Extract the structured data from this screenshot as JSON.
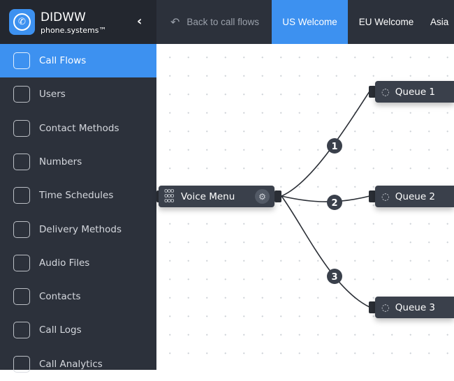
{
  "brand": {
    "name": "DIDWW",
    "subtitle": "phone.systems™"
  },
  "sidebar": {
    "items": [
      {
        "label": "Call Flows",
        "icon": "call-flows-icon",
        "active": true
      },
      {
        "label": "Users",
        "icon": "users-icon"
      },
      {
        "label": "Contact Methods",
        "icon": "contact-methods-icon"
      },
      {
        "label": "Numbers",
        "icon": "numbers-icon"
      },
      {
        "label": "Time Schedules",
        "icon": "calendar-icon"
      },
      {
        "label": "Delivery Methods",
        "icon": "delivery-icon"
      },
      {
        "label": "Audio Files",
        "icon": "audio-file-icon"
      },
      {
        "label": "Contacts",
        "icon": "contacts-icon"
      },
      {
        "label": "Call Logs",
        "icon": "call-logs-icon"
      },
      {
        "label": "Call Analytics",
        "icon": "analytics-icon"
      }
    ]
  },
  "topbar": {
    "back_label": "Back to call flows",
    "tabs": [
      {
        "label": "US Welcome",
        "active": true
      },
      {
        "label": "EU Welcome"
      },
      {
        "label": "Asia"
      }
    ]
  },
  "flow": {
    "source": {
      "label": "Voice Menu"
    },
    "targets": [
      {
        "label": "Queue 1",
        "option": "1"
      },
      {
        "label": "Queue 2",
        "option": "2"
      },
      {
        "label": "Queue 3",
        "option": "3"
      }
    ]
  },
  "colors": {
    "accent": "#3d91f0",
    "sidebar": "#2c313b",
    "node": "#3a404b"
  }
}
